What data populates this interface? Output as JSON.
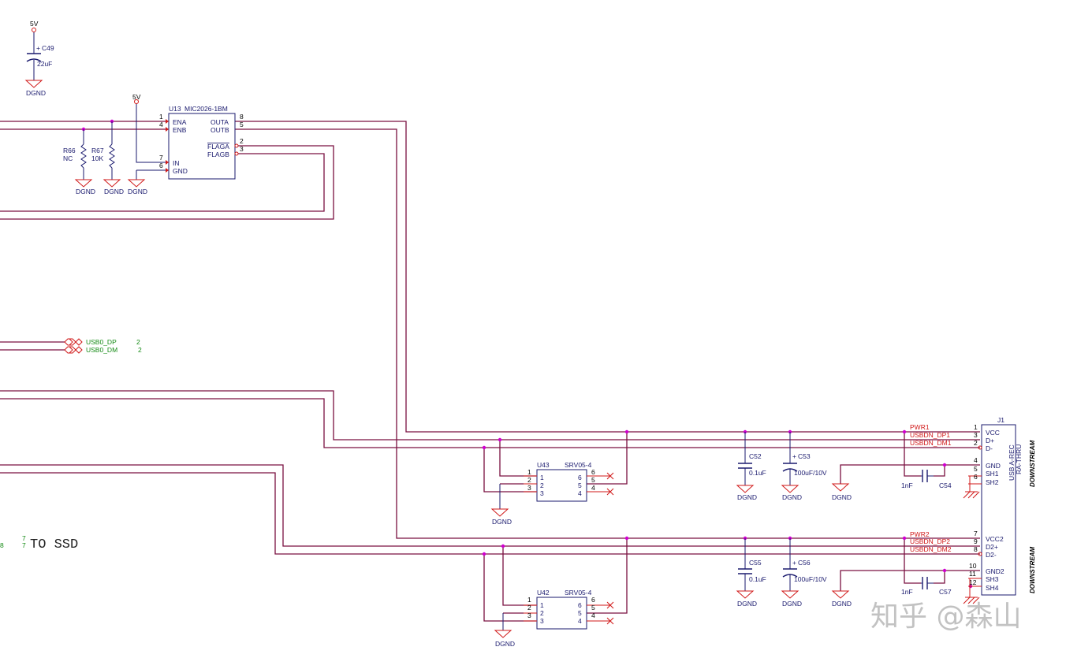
{
  "power": {
    "vcc": "5V",
    "gnd": "DGND"
  },
  "c49": {
    "ref": "C49",
    "value": "22uF",
    "plus": "+"
  },
  "u13": {
    "ref": "U13",
    "part": "MIC2026-1BM",
    "left_pins": [
      {
        "num": "1",
        "name": "ENA"
      },
      {
        "num": "4",
        "name": "ENB"
      },
      {
        "num": "7",
        "name": "IN"
      },
      {
        "num": "6",
        "name": "GND"
      }
    ],
    "right_pins": [
      {
        "num": "8",
        "name": "OUTA"
      },
      {
        "num": "5",
        "name": "OUTB"
      },
      {
        "num": "2",
        "name": "FLAGA"
      },
      {
        "num": "3",
        "name": "FLAGB"
      }
    ]
  },
  "r66": {
    "ref": "R66",
    "value": "NC"
  },
  "r67": {
    "ref": "R67",
    "value": "10K"
  },
  "offpage": [
    {
      "name": "USB0_DP",
      "page": "2"
    },
    {
      "name": "USB0_DM",
      "page": "2"
    }
  ],
  "to_ssd": {
    "n1": "7",
    "n2": "7",
    "n3": "8",
    "label": "TO SSD"
  },
  "u43": {
    "ref": "U43",
    "part": "SRV05-4",
    "left": [
      "1",
      "2",
      "3"
    ],
    "right": [
      "6",
      "5",
      "4"
    ]
  },
  "u42": {
    "ref": "U42",
    "part": "SRV05-4",
    "left": [
      "1",
      "2",
      "3"
    ],
    "right": [
      "6",
      "5",
      "4"
    ]
  },
  "caps": [
    {
      "ref": "C52",
      "value": "0.1uF"
    },
    {
      "ref": "C53",
      "value": "100uF/10V",
      "plus": "+"
    },
    {
      "ref": "C54",
      "value": "1nF"
    },
    {
      "ref": "C55",
      "value": "0.1uF"
    },
    {
      "ref": "C56",
      "value": "100uF/10V",
      "plus": "+"
    },
    {
      "ref": "C57",
      "value": "1nF"
    }
  ],
  "j1": {
    "ref": "J1",
    "part_line1": "USB A-REC",
    "part_line2": "RA-THRU",
    "downstream": "DOWNSTREAM",
    "pins": [
      {
        "num": "1",
        "name": "VCC"
      },
      {
        "num": "3",
        "name": "D+"
      },
      {
        "num": "2",
        "name": "D-"
      },
      {
        "num": "4",
        "name": "GND"
      },
      {
        "num": "5",
        "name": "SH1"
      },
      {
        "num": "6",
        "name": "SH2"
      },
      {
        "num": "7",
        "name": "VCC2"
      },
      {
        "num": "9",
        "name": "D2+"
      },
      {
        "num": "8",
        "name": "D2-"
      },
      {
        "num": "10",
        "name": "GND2"
      },
      {
        "num": "11",
        "name": "SH3"
      },
      {
        "num": "12",
        "name": "SH4"
      }
    ]
  },
  "net_labels": [
    "PWR1",
    "USBDN_DP1",
    "USBDN_DM1",
    "PWR2",
    "USBDN_DP2",
    "USBDN_DM2"
  ],
  "watermark": "知乎 @森山"
}
